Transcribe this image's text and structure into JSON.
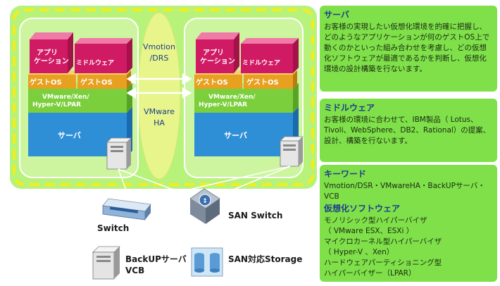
{
  "diagram": {
    "left_stack": {
      "application": "アプリ\nケーション",
      "middleware": "ミドルウェア",
      "guest_os_1": "ゲストOS",
      "guest_os_2": "ゲストOS",
      "hypervisor": "VMware/Xen/\nHyper-V/LPAR",
      "server": "サーバ"
    },
    "right_stack": {
      "application": "アプリ\nケーション",
      "middleware": "ミドルウェア",
      "guest_os_1": "ゲストOS",
      "guest_os_2": "ゲストOS",
      "hypervisor": "VMware/Xen/\nHyper-V/LPAR",
      "server": "サーバ"
    },
    "vmotion_label": "Vmotion\n/DRS",
    "ha_label": "VMware\nHA",
    "switch_label": "Switch",
    "san_switch_label": "SAN Switch",
    "backup_label": "BackUPサーバ\nVCB",
    "storage_label": "SAN対応Storage",
    "colors": {
      "outer_frame": "#b7f27a",
      "inner_box": "#cdf5a0",
      "dashed": "#f3ee1a",
      "app_layer": "#d01a63",
      "guest_layer": "#e8a020",
      "hv_layer": "#7bcf3c",
      "server_layer": "#2f8fd6"
    }
  },
  "panels": {
    "server": {
      "title": "サーバ",
      "body": "お客様の実現したい仮想化環境を的確に把握し、どのようなアプリケーションが何のゲストOS上で動くのかといった組み合わせを考慮し、どの仮想化ソフトウェアが最適であるかを判断し、仮想化環境の設計構築を行ないます。"
    },
    "middleware": {
      "title": "ミドルウェア",
      "body": "お客様の環境に合わせて、IBM製品（ Lotus、Tivoli、WebSphere、DB2、Rational）の提案、設計、構築を行ないます。"
    },
    "keyword": {
      "title": "キーワード",
      "line": "Vmotion/DSR・VMwareHA・BackUPサーバ・VCB",
      "virtual_title": "仮想化ソフトウェア",
      "virtual_lines": [
        "モノリシック型ハイパーバイザ",
        "（ VMware ESX、ESXi ）",
        "マイクロカーネル型ハイパーバイザ",
        "（ Hyper-V 、Xen）",
        "ハードウェアパーティショニング型",
        "ハイパーバイザー（LPAR）"
      ]
    }
  }
}
